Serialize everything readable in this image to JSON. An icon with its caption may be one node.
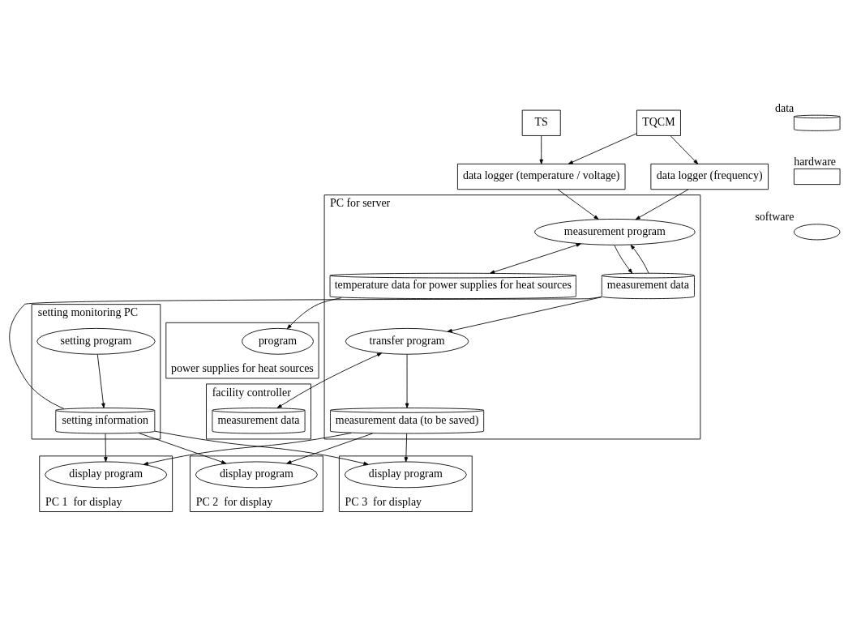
{
  "diagram": {
    "nodes": [
      {
        "text": [
          "TS"
        ]
      },
      {
        "text": [
          "TQCM"
        ]
      },
      {
        "text": [
          "data logger (temperature / voltage)"
        ]
      },
      {
        "text": [
          "data logger (frequency)"
        ]
      },
      {
        "text": [
          "PC for server"
        ]
      },
      {
        "text": [
          "measurement program"
        ],
        "in": 4
      },
      {
        "text": [
          "temperature data for power supplies for heat sources"
        ],
        "in": 4
      },
      {
        "text": [
          "measurement data"
        ],
        "in": 4
      },
      {
        "text": [
          "transfer program"
        ],
        "in": 4
      },
      {
        "text": [
          "measurement data (to be saved)"
        ],
        "in": 4
      },
      {
        "text": [
          "power supplies for heat sources"
        ]
      },
      {
        "text": [
          "program"
        ],
        "in": 10
      },
      {
        "text": [
          "facility controller"
        ]
      },
      {
        "text": [
          "measurement data"
        ],
        "in": 12
      },
      {
        "text": [
          "setting monitoring PC"
        ]
      },
      {
        "text": [
          "setting program"
        ],
        "in": 14
      },
      {
        "text": [
          "setting information"
        ],
        "in": 14
      },
      {
        "text": [
          "PC 1  for display"
        ]
      },
      {
        "text": [
          "display program"
        ],
        "in": 17
      },
      {
        "text": [
          "PC 2  for display"
        ]
      },
      {
        "text": [
          "display program"
        ],
        "in": 19
      },
      {
        "text": [
          "PC 3  for display"
        ]
      },
      {
        "text": [
          "display program"
        ],
        "in": 21
      }
    ],
    "edges": [
      {
        "from": 0,
        "to": 2,
        "arrow": "to"
      },
      {
        "from": 1,
        "to": 2,
        "arrow": "to"
      },
      {
        "from": 1,
        "to": 3,
        "arrow": "to"
      },
      {
        "from": 2,
        "to": 5,
        "arrow": "to"
      },
      {
        "from": 3,
        "to": 5,
        "arrow": "to"
      },
      {
        "from": 5,
        "to": 6,
        "arrow": "both"
      },
      {
        "from": 5,
        "to": 7,
        "arrow": "to"
      },
      {
        "from": 7,
        "to": 5,
        "arrow": "to"
      },
      {
        "from": 6,
        "to": 11,
        "arrow": "to"
      },
      {
        "from": 7,
        "to": 8,
        "arrow": "to"
      },
      {
        "from": 7,
        "to": 16,
        "arrow": "none"
      },
      {
        "from": 8,
        "to": 9,
        "arrow": "to"
      },
      {
        "from": 8,
        "to": 13,
        "arrow": "both"
      },
      {
        "from": 15,
        "to": 16,
        "arrow": "to"
      },
      {
        "from": 9,
        "to": 18,
        "arrow": "to"
      },
      {
        "from": 9,
        "to": 20,
        "arrow": "to"
      },
      {
        "from": 9,
        "to": 22,
        "arrow": "to"
      },
      {
        "from": 16,
        "to": 18,
        "arrow": "to"
      },
      {
        "from": 16,
        "to": 20,
        "arrow": "to"
      },
      {
        "from": 16,
        "to": 22,
        "arrow": "to"
      }
    ],
    "legend": [
      {
        "text": "data"
      },
      {
        "text": "hardware"
      },
      {
        "text": "software"
      }
    ]
  }
}
